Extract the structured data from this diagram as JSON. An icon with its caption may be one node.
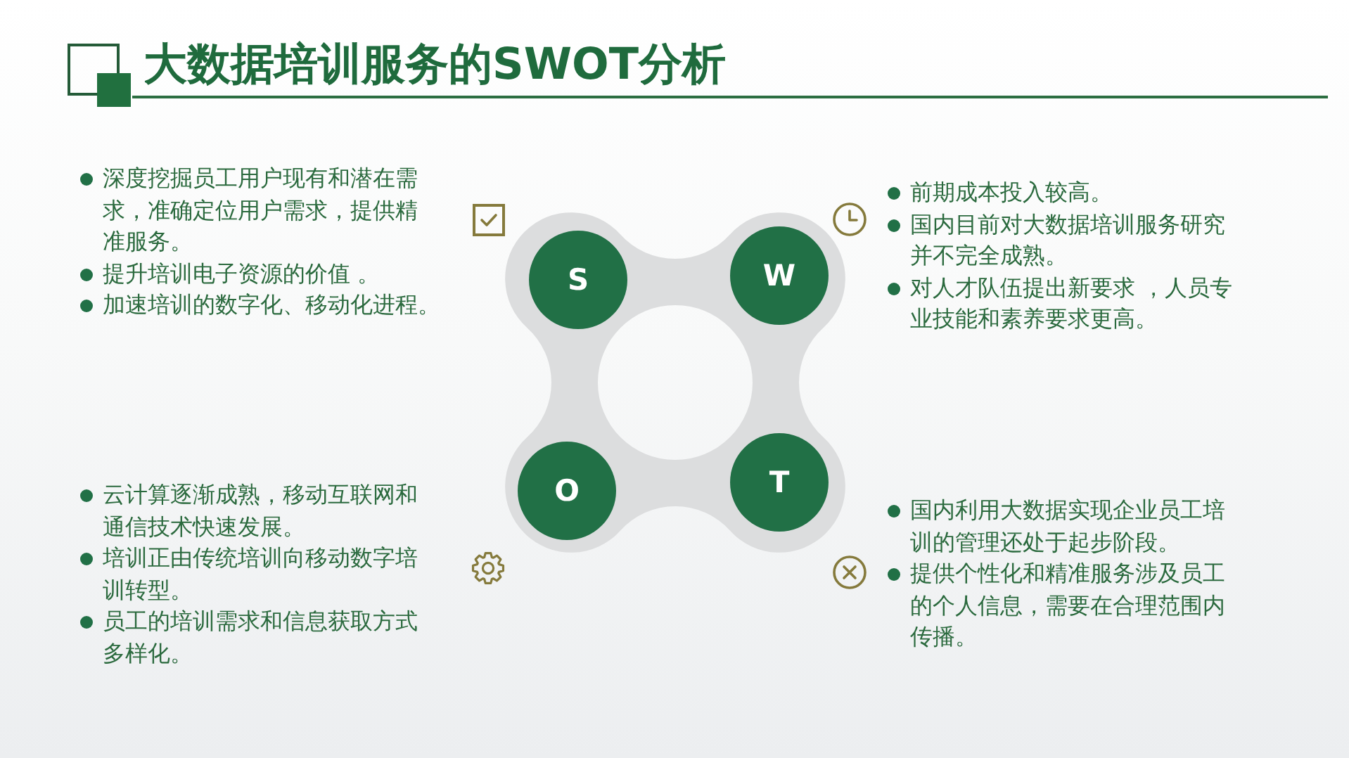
{
  "diagram": {
    "title": "大数据培训服务的SWOT分析",
    "nodes": [
      {
        "text": [
          "S"
        ],
        "beside": [
          "深度挖掘员工用户现有和潜在需求，准确定位用户需求，提供精准服务。",
          "提升培训电子资源的价值 。",
          "加速培训的数字化、移动化进程。"
        ]
      },
      {
        "text": [
          "W"
        ],
        "beside": [
          "前期成本投入较高。",
          "国内目前对大数据培训服务研究并不完全成熟。",
          "对人才队伍提出新要求 ，人员专业技能和素养要求更高。"
        ]
      },
      {
        "text": [
          "O"
        ],
        "beside": [
          "云计算逐渐成熟，移动互联网和通信技术快速发展。",
          "培训正由传统培训向移动数字培训转型。",
          "员工的培训需求和信息获取方式多样化。"
        ]
      },
      {
        "text": [
          "T"
        ],
        "beside": [
          "国内利用大数据实现企业员工培训的管理还处于起步阶段。",
          "提供个性化和精准服务涉及员工的个人信息，需要在合理范围内传播。"
        ]
      }
    ]
  }
}
